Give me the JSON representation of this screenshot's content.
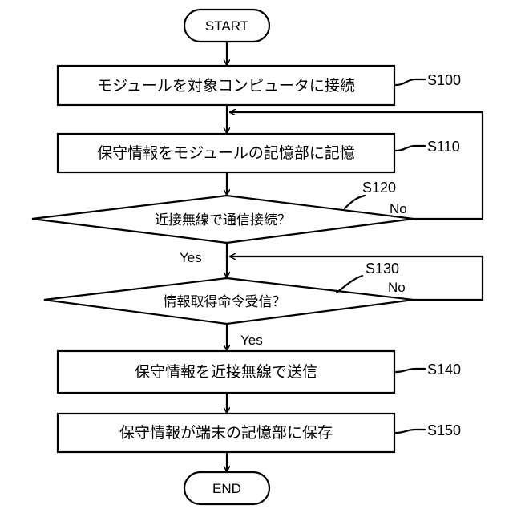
{
  "terminals": {
    "start": "START",
    "end": "END"
  },
  "steps": {
    "s100": {
      "id": "S100",
      "text": "モジュールを対象コンピュータに接続"
    },
    "s110": {
      "id": "S110",
      "text": "保守情報をモジュールの記憶部に記憶"
    },
    "s120": {
      "id": "S120",
      "text": "近接無線で通信接続？"
    },
    "s130": {
      "id": "S130",
      "text": "情報取得命令受信？"
    },
    "s140": {
      "id": "S140",
      "text": "保守情報を近接無線で送信"
    },
    "s150": {
      "id": "S150",
      "text": "保守情報が端末の記憶部に保存"
    }
  },
  "branches": {
    "yes": "Yes",
    "no": "No"
  }
}
